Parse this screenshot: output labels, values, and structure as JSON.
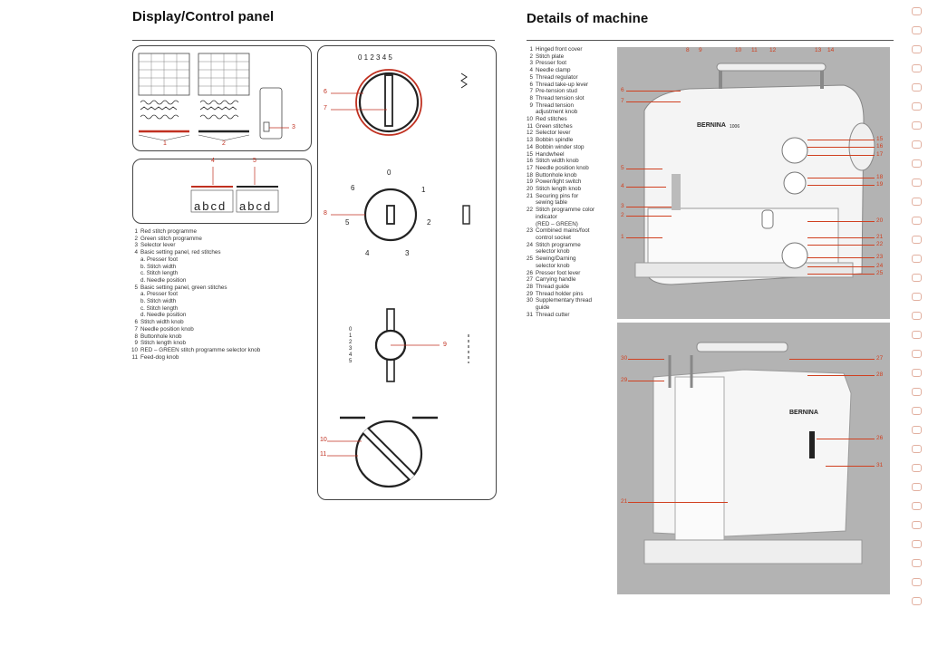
{
  "left": {
    "title": "Display/Control panel",
    "display_labels": [
      "1",
      "2",
      "3"
    ],
    "setting_labels": [
      "4",
      "5"
    ],
    "abcd": "abcd",
    "knob_scale": [
      "0",
      "1",
      "2",
      "3",
      "4",
      "5"
    ],
    "knob_labels": [
      "6",
      "7"
    ],
    "needle_knob": {
      "top": "0",
      "right_top": "1",
      "right": "2",
      "right_bottom": "3",
      "bottom_left": "4",
      "left": "5",
      "left_top": "6",
      "label": "8"
    },
    "length_label": "9",
    "length_scale": [
      "0",
      "1",
      "2",
      "3",
      "4",
      "5"
    ],
    "selector_labels": [
      "10",
      "11"
    ],
    "legend": [
      {
        "num": "1",
        "text": "Red stitch programme"
      },
      {
        "num": "2",
        "text": "Green stitch programme"
      },
      {
        "num": "3",
        "text": "Selector lever"
      },
      {
        "num": "4",
        "text": "Basic setting panel, red stitches"
      },
      {
        "num": "",
        "text": "a. Presser foot"
      },
      {
        "num": "",
        "text": "b. Stitch width"
      },
      {
        "num": "",
        "text": "c. Stitch length"
      },
      {
        "num": "",
        "text": "d. Needle position"
      },
      {
        "num": "5",
        "text": "Basic setting panel, green stitches"
      },
      {
        "num": "",
        "text": "a. Presser foot"
      },
      {
        "num": "",
        "text": "b. Stitch width"
      },
      {
        "num": "",
        "text": "c. Stitch length"
      },
      {
        "num": "",
        "text": "d. Needle position"
      },
      {
        "num": "6",
        "text": "Stitch width knob"
      },
      {
        "num": "7",
        "text": "Needle position knob"
      },
      {
        "num": "8",
        "text": "Buttonhole knob"
      },
      {
        "num": "9",
        "text": "Stitch length knob"
      },
      {
        "num": "10",
        "text": "RED – GREEN stitch programme selector knob"
      },
      {
        "num": "11",
        "text": "Feed-dog knob"
      }
    ]
  },
  "right": {
    "title": "Details of machine",
    "parts": [
      {
        "num": "1",
        "text": "Hinged front cover"
      },
      {
        "num": "2",
        "text": "Stitch plate"
      },
      {
        "num": "3",
        "text": "Presser foot"
      },
      {
        "num": "4",
        "text": "Needle clamp"
      },
      {
        "num": "5",
        "text": "Thread regulator"
      },
      {
        "num": "6",
        "text": "Thread take-up lever"
      },
      {
        "num": "7",
        "text": "Pre-tension stud"
      },
      {
        "num": "8",
        "text": "Thread tension slot"
      },
      {
        "num": "9",
        "text": "Thread tension"
      },
      {
        "num": "",
        "text": "adjustment knob"
      },
      {
        "num": "10",
        "text": "Red stitches"
      },
      {
        "num": "11",
        "text": "Green stitches"
      },
      {
        "num": "12",
        "text": "Selector lever"
      },
      {
        "num": "13",
        "text": "Bobbin spindle"
      },
      {
        "num": "14",
        "text": "Bobbin winder stop"
      },
      {
        "num": "15",
        "text": "Handwheel"
      },
      {
        "num": "16",
        "text": "Stitch width knob"
      },
      {
        "num": "17",
        "text": "Needle position knob"
      },
      {
        "num": "18",
        "text": "Buttonhole knob"
      },
      {
        "num": "19",
        "text": "Power/light switch"
      },
      {
        "num": "20",
        "text": "Stitch length knob"
      },
      {
        "num": "21",
        "text": "Securing pins for"
      },
      {
        "num": "",
        "text": "sewing table"
      },
      {
        "num": "22",
        "text": "Stitch programme color"
      },
      {
        "num": "",
        "text": "indicator"
      },
      {
        "num": "",
        "text": "(RED – GREEN)"
      },
      {
        "num": "23",
        "text": "Combined mains/foot"
      },
      {
        "num": "",
        "text": "control socket"
      },
      {
        "num": "24",
        "text": "Stitch programme"
      },
      {
        "num": "",
        "text": "selector knob"
      },
      {
        "num": "25",
        "text": "Sewing/Darning"
      },
      {
        "num": "",
        "text": "selector knob"
      },
      {
        "num": "26",
        "text": "Presser foot lever"
      },
      {
        "num": "27",
        "text": "Carrying handle"
      },
      {
        "num": "28",
        "text": "Thread guide"
      },
      {
        "num": "29",
        "text": "Thread holder pins"
      },
      {
        "num": "30",
        "text": "Supplementary thread"
      },
      {
        "num": "",
        "text": "guide"
      },
      {
        "num": "31",
        "text": "Thread cutter"
      }
    ],
    "photo_top_labels": [
      "8",
      "9",
      "10",
      "11",
      "12",
      "13",
      "14"
    ],
    "photo_left_labels": [
      "6",
      "7",
      "5",
      "4",
      "3",
      "2",
      "1"
    ],
    "photo_right_labels": [
      "15",
      "16",
      "17",
      "18",
      "19",
      "20",
      "21",
      "22",
      "23",
      "24",
      "25"
    ],
    "brand": "BERNINA",
    "model": "1006",
    "photo2_labels": [
      "30",
      "29",
      "27",
      "28",
      "26",
      "31",
      "21"
    ]
  }
}
